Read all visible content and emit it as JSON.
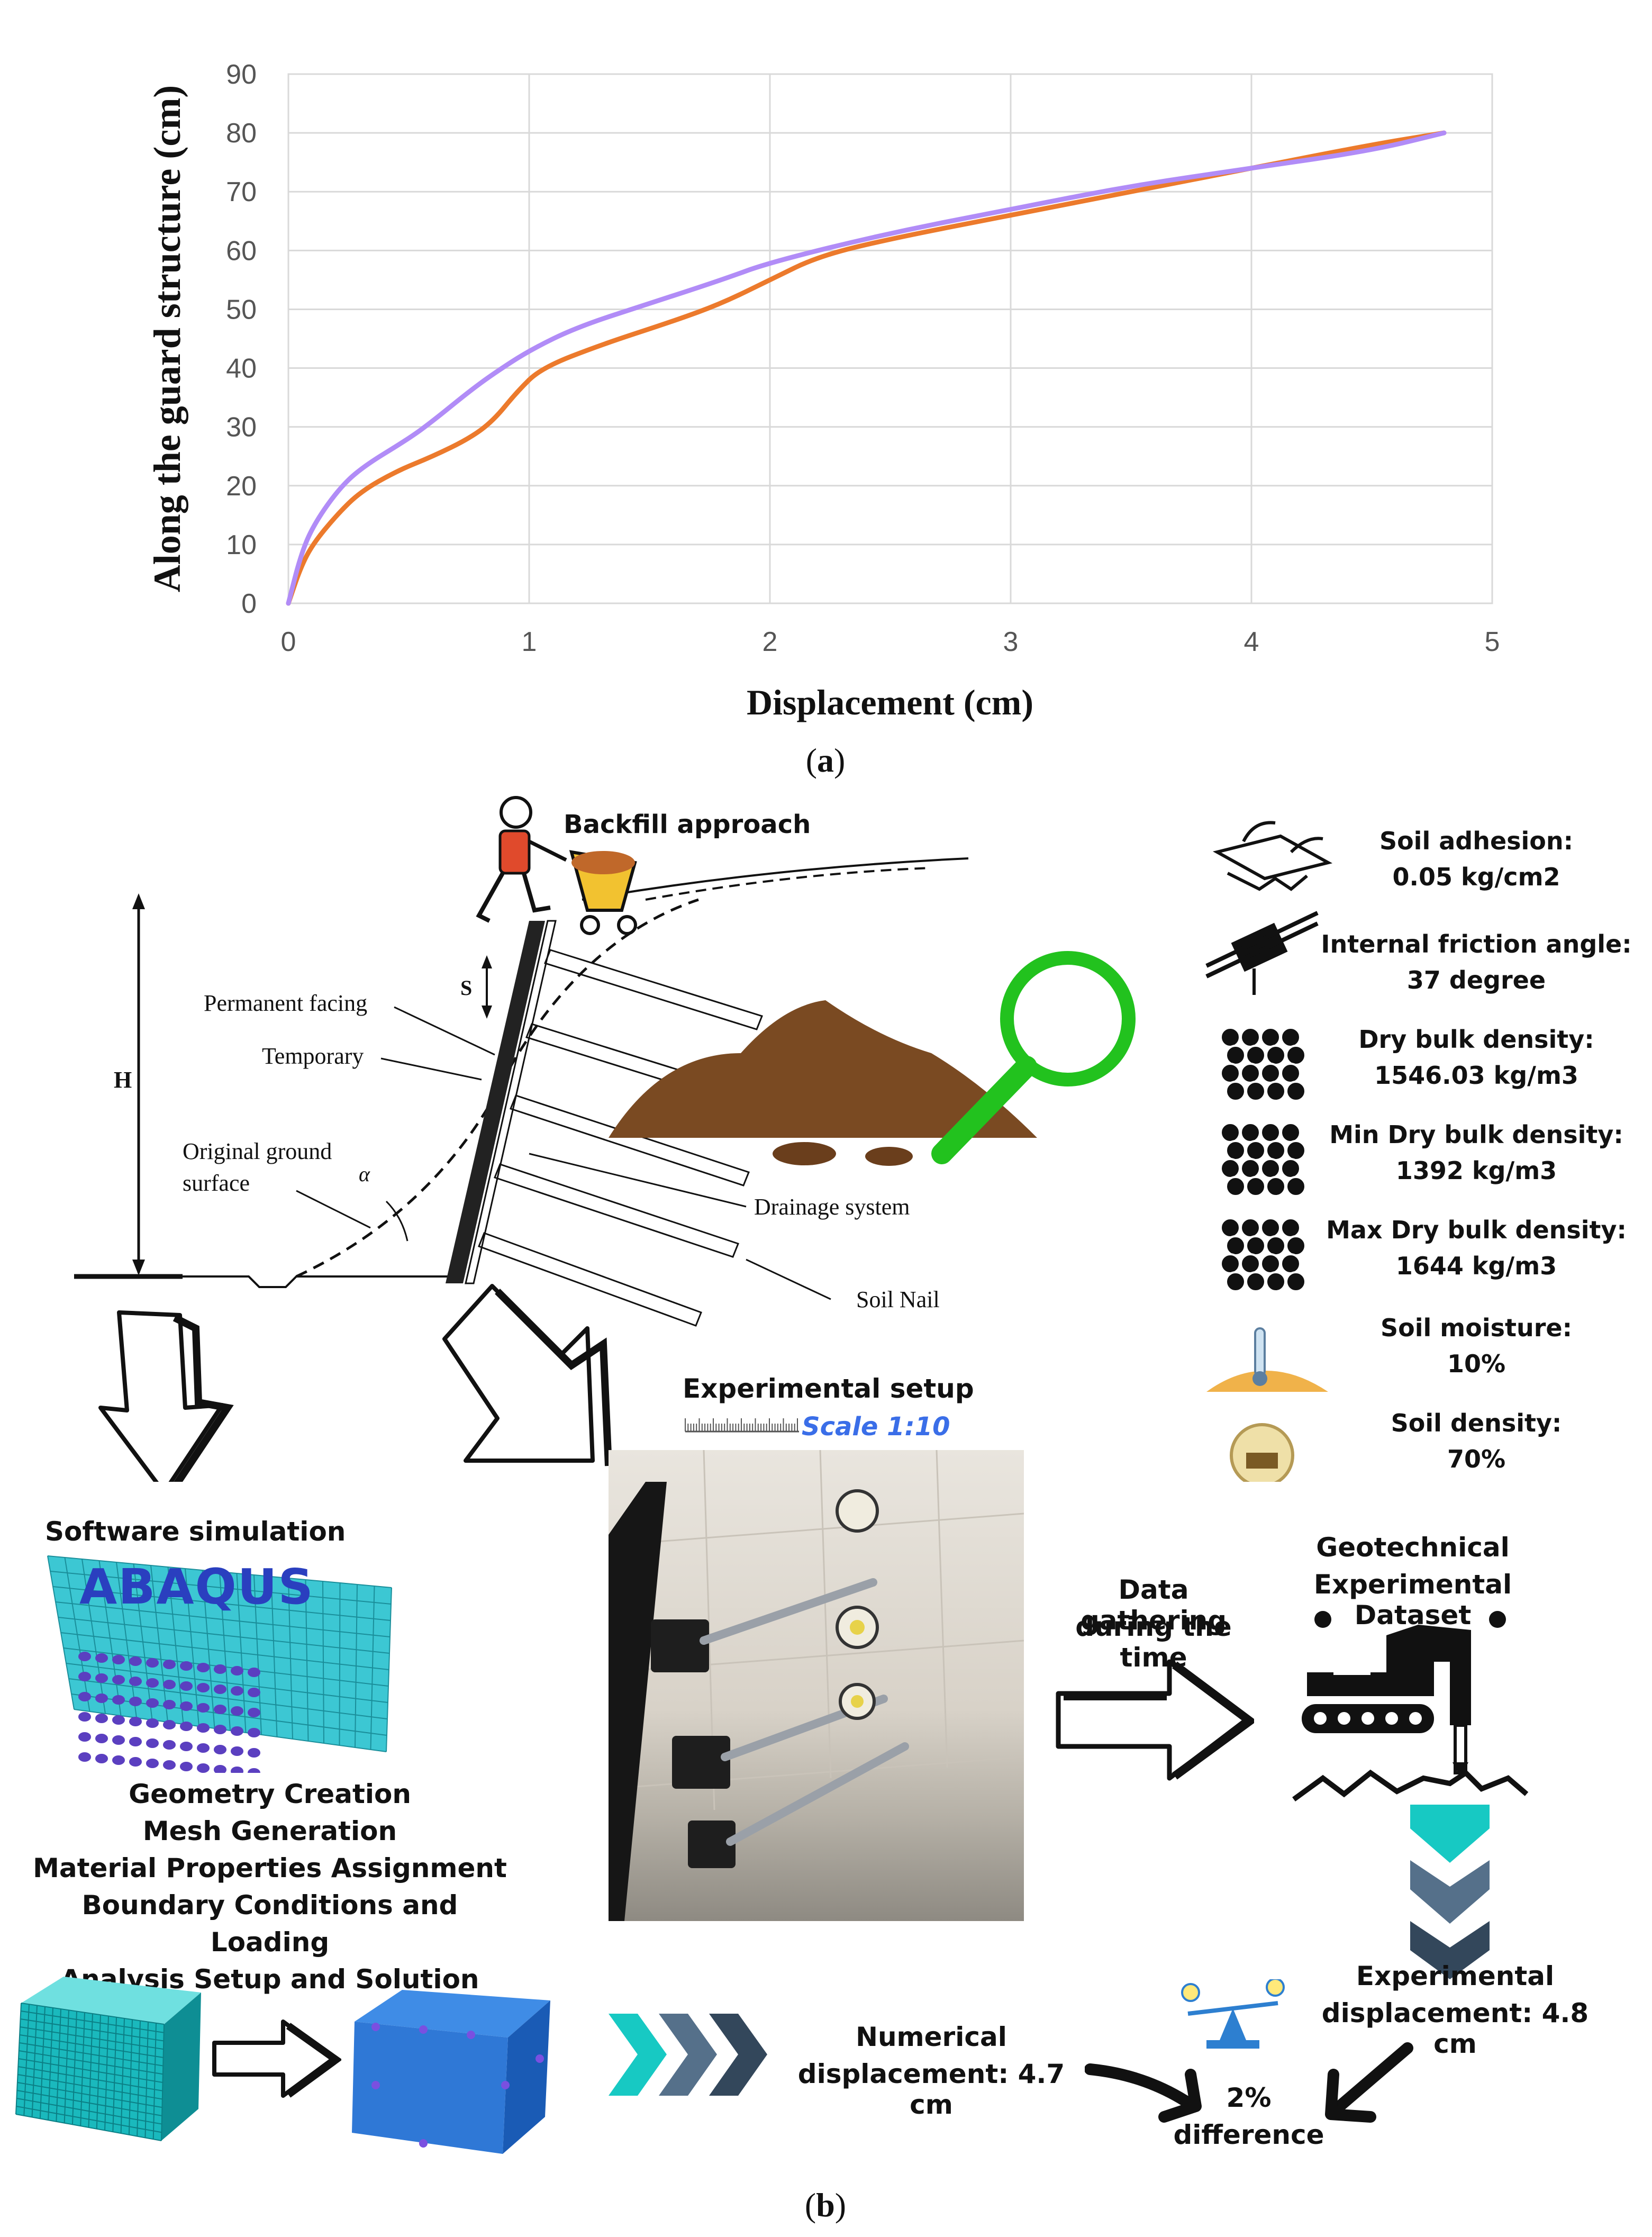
{
  "chart_data": {
    "type": "line",
    "title": "",
    "xlabel": "Displacement (cm)",
    "ylabel": "Along the guard structure (cm)",
    "xlim": [
      0,
      5
    ],
    "ylim": [
      0,
      90
    ],
    "x_ticks": [
      "0",
      "1",
      "2",
      "3",
      "4",
      "5"
    ],
    "y_ticks": [
      "0",
      "10",
      "20",
      "30",
      "40",
      "50",
      "60",
      "70",
      "80",
      "90"
    ],
    "grid": true,
    "legend": "none",
    "series": [
      {
        "color": "#ec7a2c",
        "points": [
          [
            0,
            0
          ],
          [
            0.05,
            6
          ],
          [
            0.1,
            10
          ],
          [
            0.2,
            15
          ],
          [
            0.3,
            19
          ],
          [
            0.45,
            22.5
          ],
          [
            0.6,
            25
          ],
          [
            0.75,
            28
          ],
          [
            0.85,
            31
          ],
          [
            0.95,
            36
          ],
          [
            1.05,
            40
          ],
          [
            1.3,
            44
          ],
          [
            1.6,
            48
          ],
          [
            1.8,
            51
          ],
          [
            2.0,
            55
          ],
          [
            2.2,
            59
          ],
          [
            2.5,
            62
          ],
          [
            3.0,
            66
          ],
          [
            3.5,
            70
          ],
          [
            4.0,
            74
          ],
          [
            4.5,
            78
          ],
          [
            4.8,
            80
          ]
        ]
      },
      {
        "color": "#b18cf7",
        "points": [
          [
            0,
            0
          ],
          [
            0.05,
            8
          ],
          [
            0.1,
            13
          ],
          [
            0.2,
            19
          ],
          [
            0.3,
            23
          ],
          [
            0.5,
            28
          ],
          [
            0.6,
            31
          ],
          [
            0.75,
            36
          ],
          [
            0.85,
            39
          ],
          [
            1.0,
            43
          ],
          [
            1.2,
            47
          ],
          [
            1.5,
            51
          ],
          [
            1.8,
            55
          ],
          [
            2.0,
            58
          ],
          [
            2.5,
            63
          ],
          [
            3.0,
            67
          ],
          [
            3.5,
            71
          ],
          [
            4.0,
            74
          ],
          [
            4.5,
            77
          ],
          [
            4.8,
            80
          ]
        ]
      }
    ]
  },
  "figure": {
    "label_a": "(a)",
    "label_a_letter": "a",
    "label_b_letter": "b"
  },
  "schematic": {
    "backfill": "Backfill approach",
    "permanent_facing": "Permanent facing",
    "temporary": "Temporary",
    "original_ground_1": "Original ground",
    "original_ground_2": "surface",
    "drainage": "Drainage system",
    "soil_nail": "Soil Nail",
    "h": "H",
    "s": "S",
    "alpha": "α"
  },
  "properties": [
    {
      "name": "Soil adhesion:",
      "value": "0.05 kg/cm2",
      "icon": "soil-adhesion-icon"
    },
    {
      "name": "Internal friction angle:",
      "value": "37 degree",
      "icon": "friction-angle-icon"
    },
    {
      "name": "Dry bulk density:",
      "value": "1546.03 kg/m3",
      "icon": "particles-icon"
    },
    {
      "name": "Min Dry bulk density:",
      "value": "1392 kg/m3",
      "icon": "particles-icon"
    },
    {
      "name": "Max Dry bulk density:",
      "value": "1644 kg/m3",
      "icon": "particles-icon"
    },
    {
      "name": "Soil moisture:",
      "value": "10%",
      "icon": "thermometer-soil-icon"
    },
    {
      "name": "Soil density:",
      "value": "70%",
      "icon": "soil-density-icon"
    }
  ],
  "experimental": {
    "title": "Experimental setup",
    "scale": "Scale 1:10"
  },
  "software": {
    "title": "Software simulation",
    "logo": "ABAQUS",
    "steps": [
      "Geometry Creation",
      "Mesh Generation",
      "Material Properties Assignment",
      "Boundary Conditions and Loading",
      "Analysis Setup and Solution"
    ]
  },
  "data_gathering": {
    "line1": "Data gathering",
    "line2": "during the time"
  },
  "dataset": {
    "line1": "Geotechnical",
    "line2": "Experimental Dataset"
  },
  "results": {
    "numerical_1": "Numerical",
    "numerical_2": "displacement: 4.7 cm",
    "experimental_1": "Experimental",
    "experimental_2": "displacement: 4.8 cm",
    "difference_1": "2%",
    "difference_2": "difference"
  },
  "colors": {
    "series_orange": "#ec7a2c",
    "series_purple": "#b18cf7",
    "teal": "#17c9c3",
    "slate": "#55708a",
    "navy": "#33475b",
    "green_magnifier": "#22c21e",
    "abaqus_blue": "#2a3fbf",
    "scale_blue": "#3a6ee8"
  }
}
